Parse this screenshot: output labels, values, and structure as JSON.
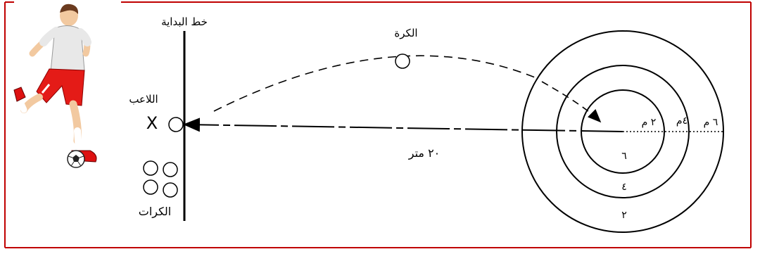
{
  "labels": {
    "goal_line": "خط البداية",
    "ball": "الكرة",
    "player": "اللاعب",
    "balls": "الكرات",
    "distance": "٢٠ متر",
    "marker_x": "X"
  },
  "rings": {
    "r2": "٢ م",
    "r4": "٤م",
    "r6": "٦ م",
    "score_inner": "٦",
    "score_middle": "٤",
    "score_outer": "٢"
  },
  "colors": {
    "frame": "#c00000",
    "ink": "#000000",
    "shirt": "#e8e8e8",
    "shorts": "#e41b17",
    "skin": "#f2c9a0",
    "hair": "#6b3b1f"
  },
  "icons": {
    "player_figure": "soccer-player-kicking-icon",
    "ball_icon": "soccer-ball-icon"
  }
}
